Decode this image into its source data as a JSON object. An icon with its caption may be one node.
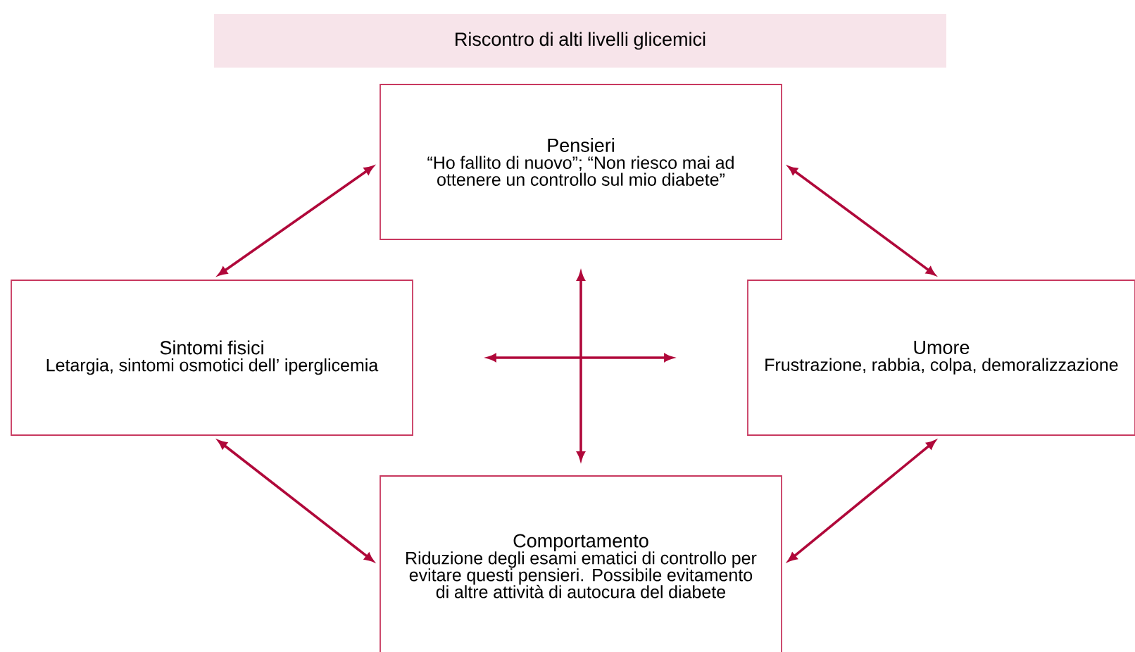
{
  "diagram": {
    "nodes": [
      {
        "text": [
          "Riscontro di alti livelli glicemici"
        ]
      },
      {
        "text": [
          "Pensieri",
          "“Ho fallito di nuovo”; “Non riesco mai ad ottenere un controllo sul mio diabete”"
        ]
      },
      {
        "text": [
          "Sintomi fisici",
          "Letargia, sintomi osmotici dell’ iperglicemia"
        ]
      },
      {
        "text": [
          "Umore",
          "Frustrazione, rabbia, colpa, demoralizzazione"
        ]
      },
      {
        "text": [
          "Comportamento",
          "Riduzione degli esami ematici di controllo per evitare questi pensieri. Possibile evitamento di altre attività di autocura del diabete"
        ]
      }
    ],
    "edges": [
      {
        "from": 1,
        "to": 2,
        "arrow": "both"
      },
      {
        "from": 1,
        "to": 3,
        "arrow": "both"
      },
      {
        "from": 1,
        "to": 4,
        "arrow": "both"
      },
      {
        "from": 2,
        "to": 3,
        "arrow": "both"
      },
      {
        "from": 2,
        "to": 4,
        "arrow": "both"
      },
      {
        "from": 3,
        "to": 4,
        "arrow": "both"
      }
    ]
  }
}
